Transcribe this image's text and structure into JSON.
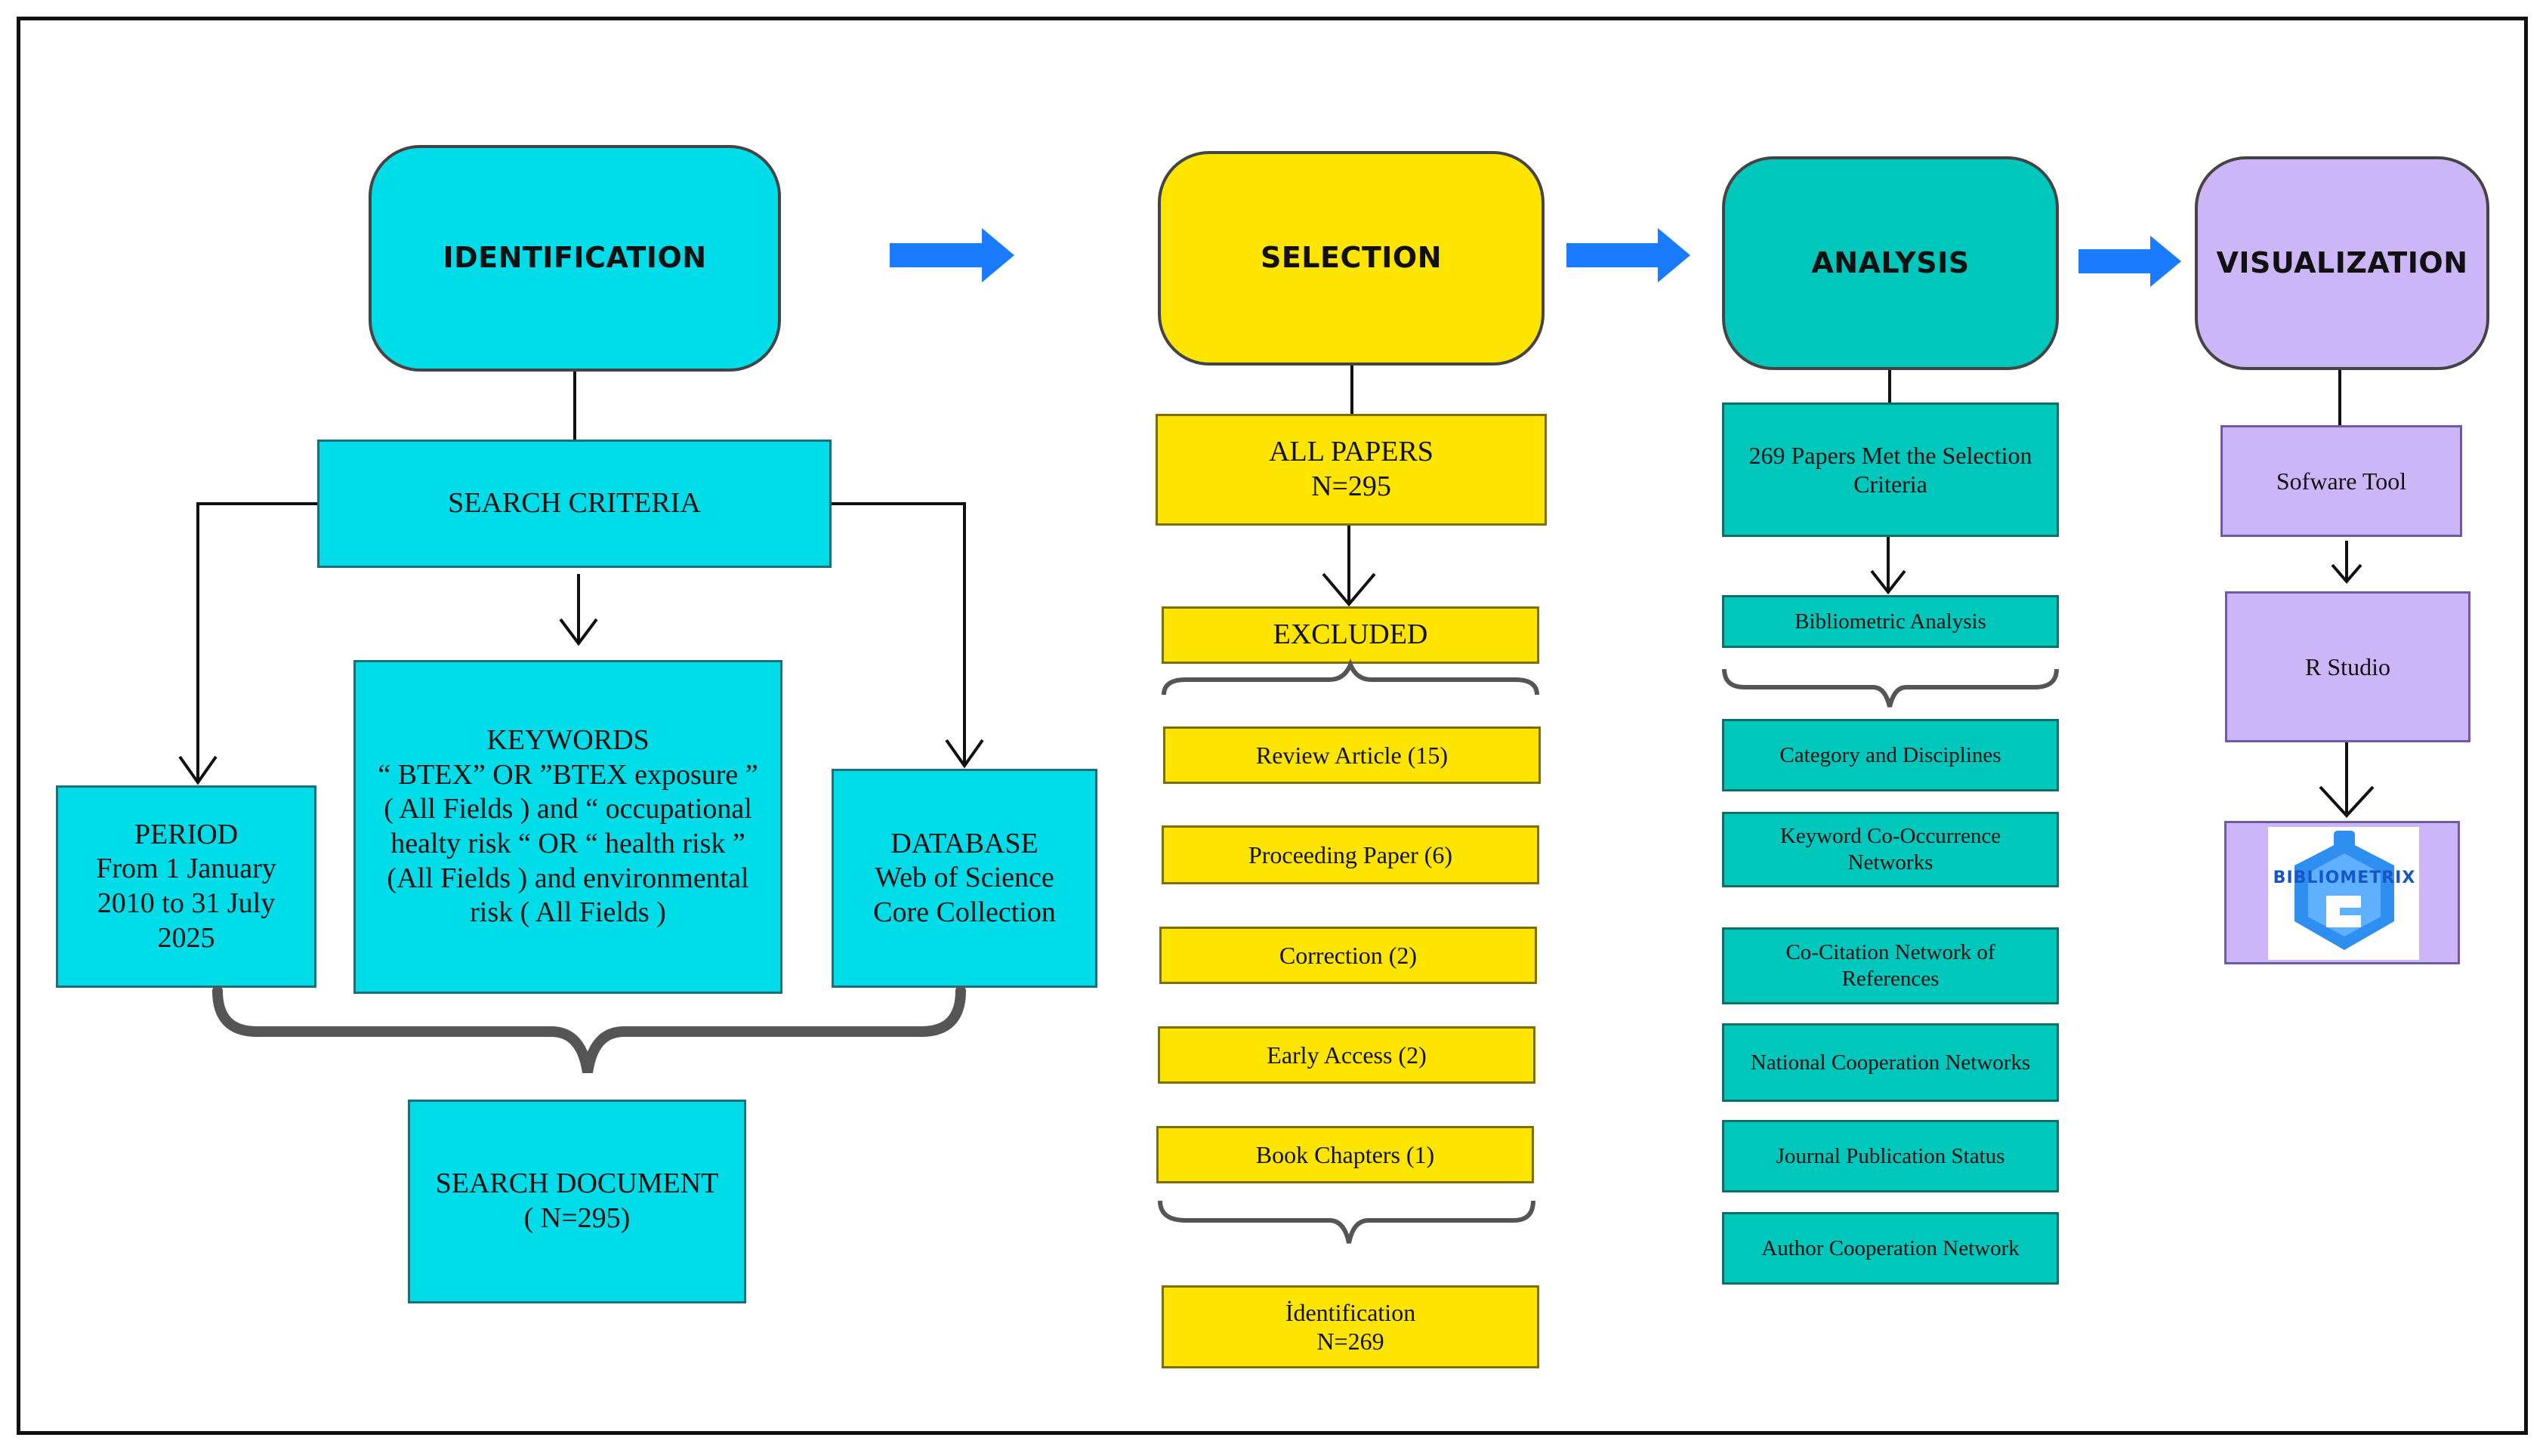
{
  "stages": {
    "identification": "IDENTIFICATION",
    "selection": "SELECTION",
    "analysis": "ANALYSIS",
    "visualization": "VISUALIZATION"
  },
  "identification": {
    "search_criteria": "SEARCH  CRITERIA",
    "period": "PERIOD\nFrom 1 January\n2010 to 31 July\n2025",
    "keywords": "KEYWORDS\n“ BTEX” OR ”BTEX exposure ”\n( All Fields ) and “ occupational\nhealty risk “ OR “ health risk ”\n(All Fields ) and environmental\nrisk ( All Fields )",
    "database": "DATABASE\nWeb of Science\nCore Collection",
    "search_document": "SEARCH DOCUMENT\n( N=295)"
  },
  "selection": {
    "all_papers": "ALL PAPERS\nN=295",
    "excluded": "EXCLUDED",
    "excluded_items": [
      "Review Article (15)",
      "Proceeding Paper (6)",
      "Correction (2)",
      "Early Access (2)",
      "Book  Chapters (1)"
    ],
    "identification_result": "İdentification\nN=269"
  },
  "analysis": {
    "met_criteria": "269 Papers Met the Selection\nCriteria",
    "bibliometric": "Bibliometric Analysis",
    "items": [
      "Category and Disciplines",
      "Keyword Co-Occurrence\nNetworks",
      "Co-Citation Network of\nReferences",
      "National Cooperation Networks",
      "Journal Publication Status",
      "Author Cooperation Network"
    ]
  },
  "visualization": {
    "software_tool": "Sofware Tool",
    "r_studio": "R Studio",
    "logo_text": "BIBLIOMETRIX"
  },
  "colors": {
    "cyan": "#00dde9",
    "yellow": "#fee500",
    "teal": "#00c7bc",
    "lavender": "#cdb6f7",
    "arrow_blue": "#1a7bff"
  }
}
